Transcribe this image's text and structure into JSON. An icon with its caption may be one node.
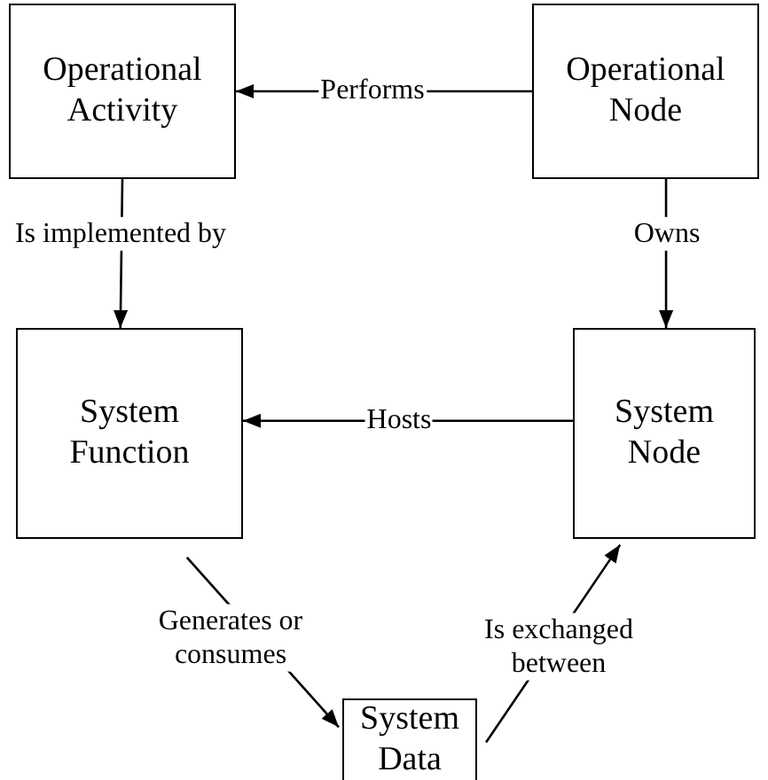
{
  "diagram": {
    "nodes": [
      {
        "text": [
          "Operational Activity"
        ]
      },
      {
        "text": [
          "Operational Node"
        ]
      },
      {
        "text": [
          "System Function"
        ]
      },
      {
        "text": [
          "System Node"
        ]
      },
      {
        "text": [
          "System Data"
        ]
      }
    ],
    "edges": [
      {
        "from": 1,
        "to": 0,
        "arrow": "to",
        "label": "Performs"
      },
      {
        "from": 0,
        "to": 2,
        "arrow": "to",
        "label": "Is implemented by"
      },
      {
        "from": 1,
        "to": 3,
        "arrow": "to",
        "label": "Owns"
      },
      {
        "from": 3,
        "to": 2,
        "arrow": "to",
        "label": "Hosts"
      },
      {
        "from": 2,
        "to": 4,
        "arrow": "to",
        "label": "Generates or consumes"
      },
      {
        "from": 4,
        "to": 3,
        "arrow": "to",
        "label": "Is exchanged between"
      }
    ]
  }
}
